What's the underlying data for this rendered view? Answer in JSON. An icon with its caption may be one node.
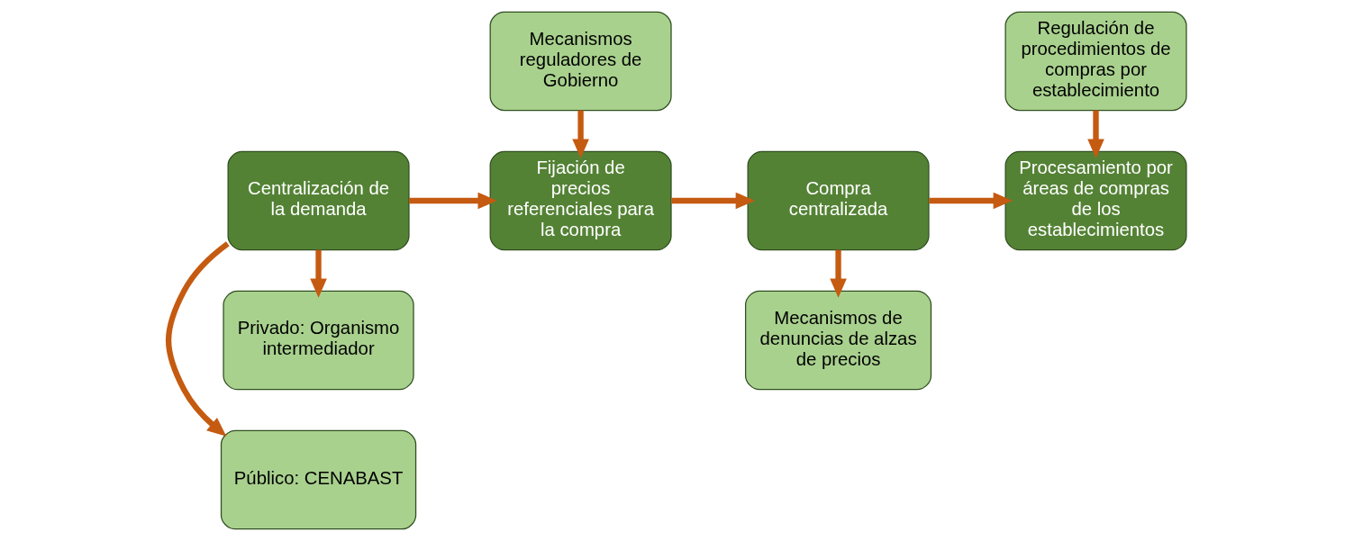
{
  "diagram": {
    "nodes": [
      {
        "text": [
          "Centralización de la demanda"
        ]
      },
      {
        "text": [
          "Público: CENABAST"
        ]
      },
      {
        "text": [
          "Privado: Organismo intermediador"
        ]
      },
      {
        "text": [
          "Mecanismos reguladores de Gobierno"
        ]
      },
      {
        "text": [
          "Fijación de precios referenciales para la compra"
        ]
      },
      {
        "text": [
          "Compra centralizada"
        ]
      },
      {
        "text": [
          "Mecanismos de denuncias de alzas de precios"
        ]
      },
      {
        "text": [
          "Regulación de procedimientos de compras por establecimiento"
        ]
      },
      {
        "text": [
          "Procesamiento por áreas de compras de los establecimientos"
        ]
      }
    ],
    "edges": [
      {
        "from": 0,
        "to": 1,
        "arrow": "to"
      },
      {
        "from": 0,
        "to": 2,
        "arrow": "to"
      },
      {
        "from": 0,
        "to": 4,
        "arrow": "to"
      },
      {
        "from": 3,
        "to": 4,
        "arrow": "to"
      },
      {
        "from": 4,
        "to": 5,
        "arrow": "to"
      },
      {
        "from": 5,
        "to": 6,
        "arrow": "to"
      },
      {
        "from": 5,
        "to": 8,
        "arrow": "to"
      },
      {
        "from": 7,
        "to": 8,
        "arrow": "to"
      }
    ]
  }
}
